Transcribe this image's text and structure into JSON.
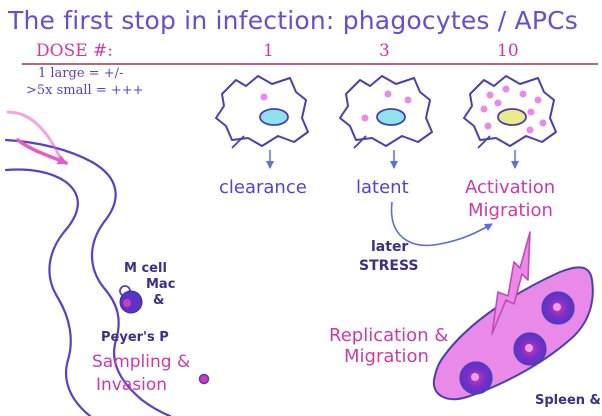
{
  "title": "The first stop in infection: phagocytes / APCs",
  "dose": {
    "label": "DOSE #:",
    "levels": [
      "1",
      "3",
      "10"
    ],
    "legend_line1": "1 large = +/-",
    "legend_line2": ">5x small = +++"
  },
  "outcomes": {
    "dose1": "clearance",
    "dose3": "latent",
    "dose10_line1": "Activation",
    "dose10_line2": "Migration"
  },
  "later_stress": {
    "line1": "later",
    "line2": "STRESS"
  },
  "gut": {
    "m_cell": "M cell",
    "mac": "Mac",
    "amp": "&",
    "peyers": "Peyer's P",
    "sampling": "Sampling &",
    "invasion": "Invasion"
  },
  "spleen": {
    "replication": "Replication &",
    "migration": "Migration",
    "label": "Spleen &"
  },
  "colors": {
    "title": "#6a4bd4",
    "accent_pink": "#cc3aa8",
    "cell_outline": "#4b3fb0",
    "nucleus_dose1": "#8fe3ea",
    "nucleus_dose10": "#eceb8a",
    "spleen_fill": "#e98ae8",
    "arrow": "#5a6fd8"
  }
}
